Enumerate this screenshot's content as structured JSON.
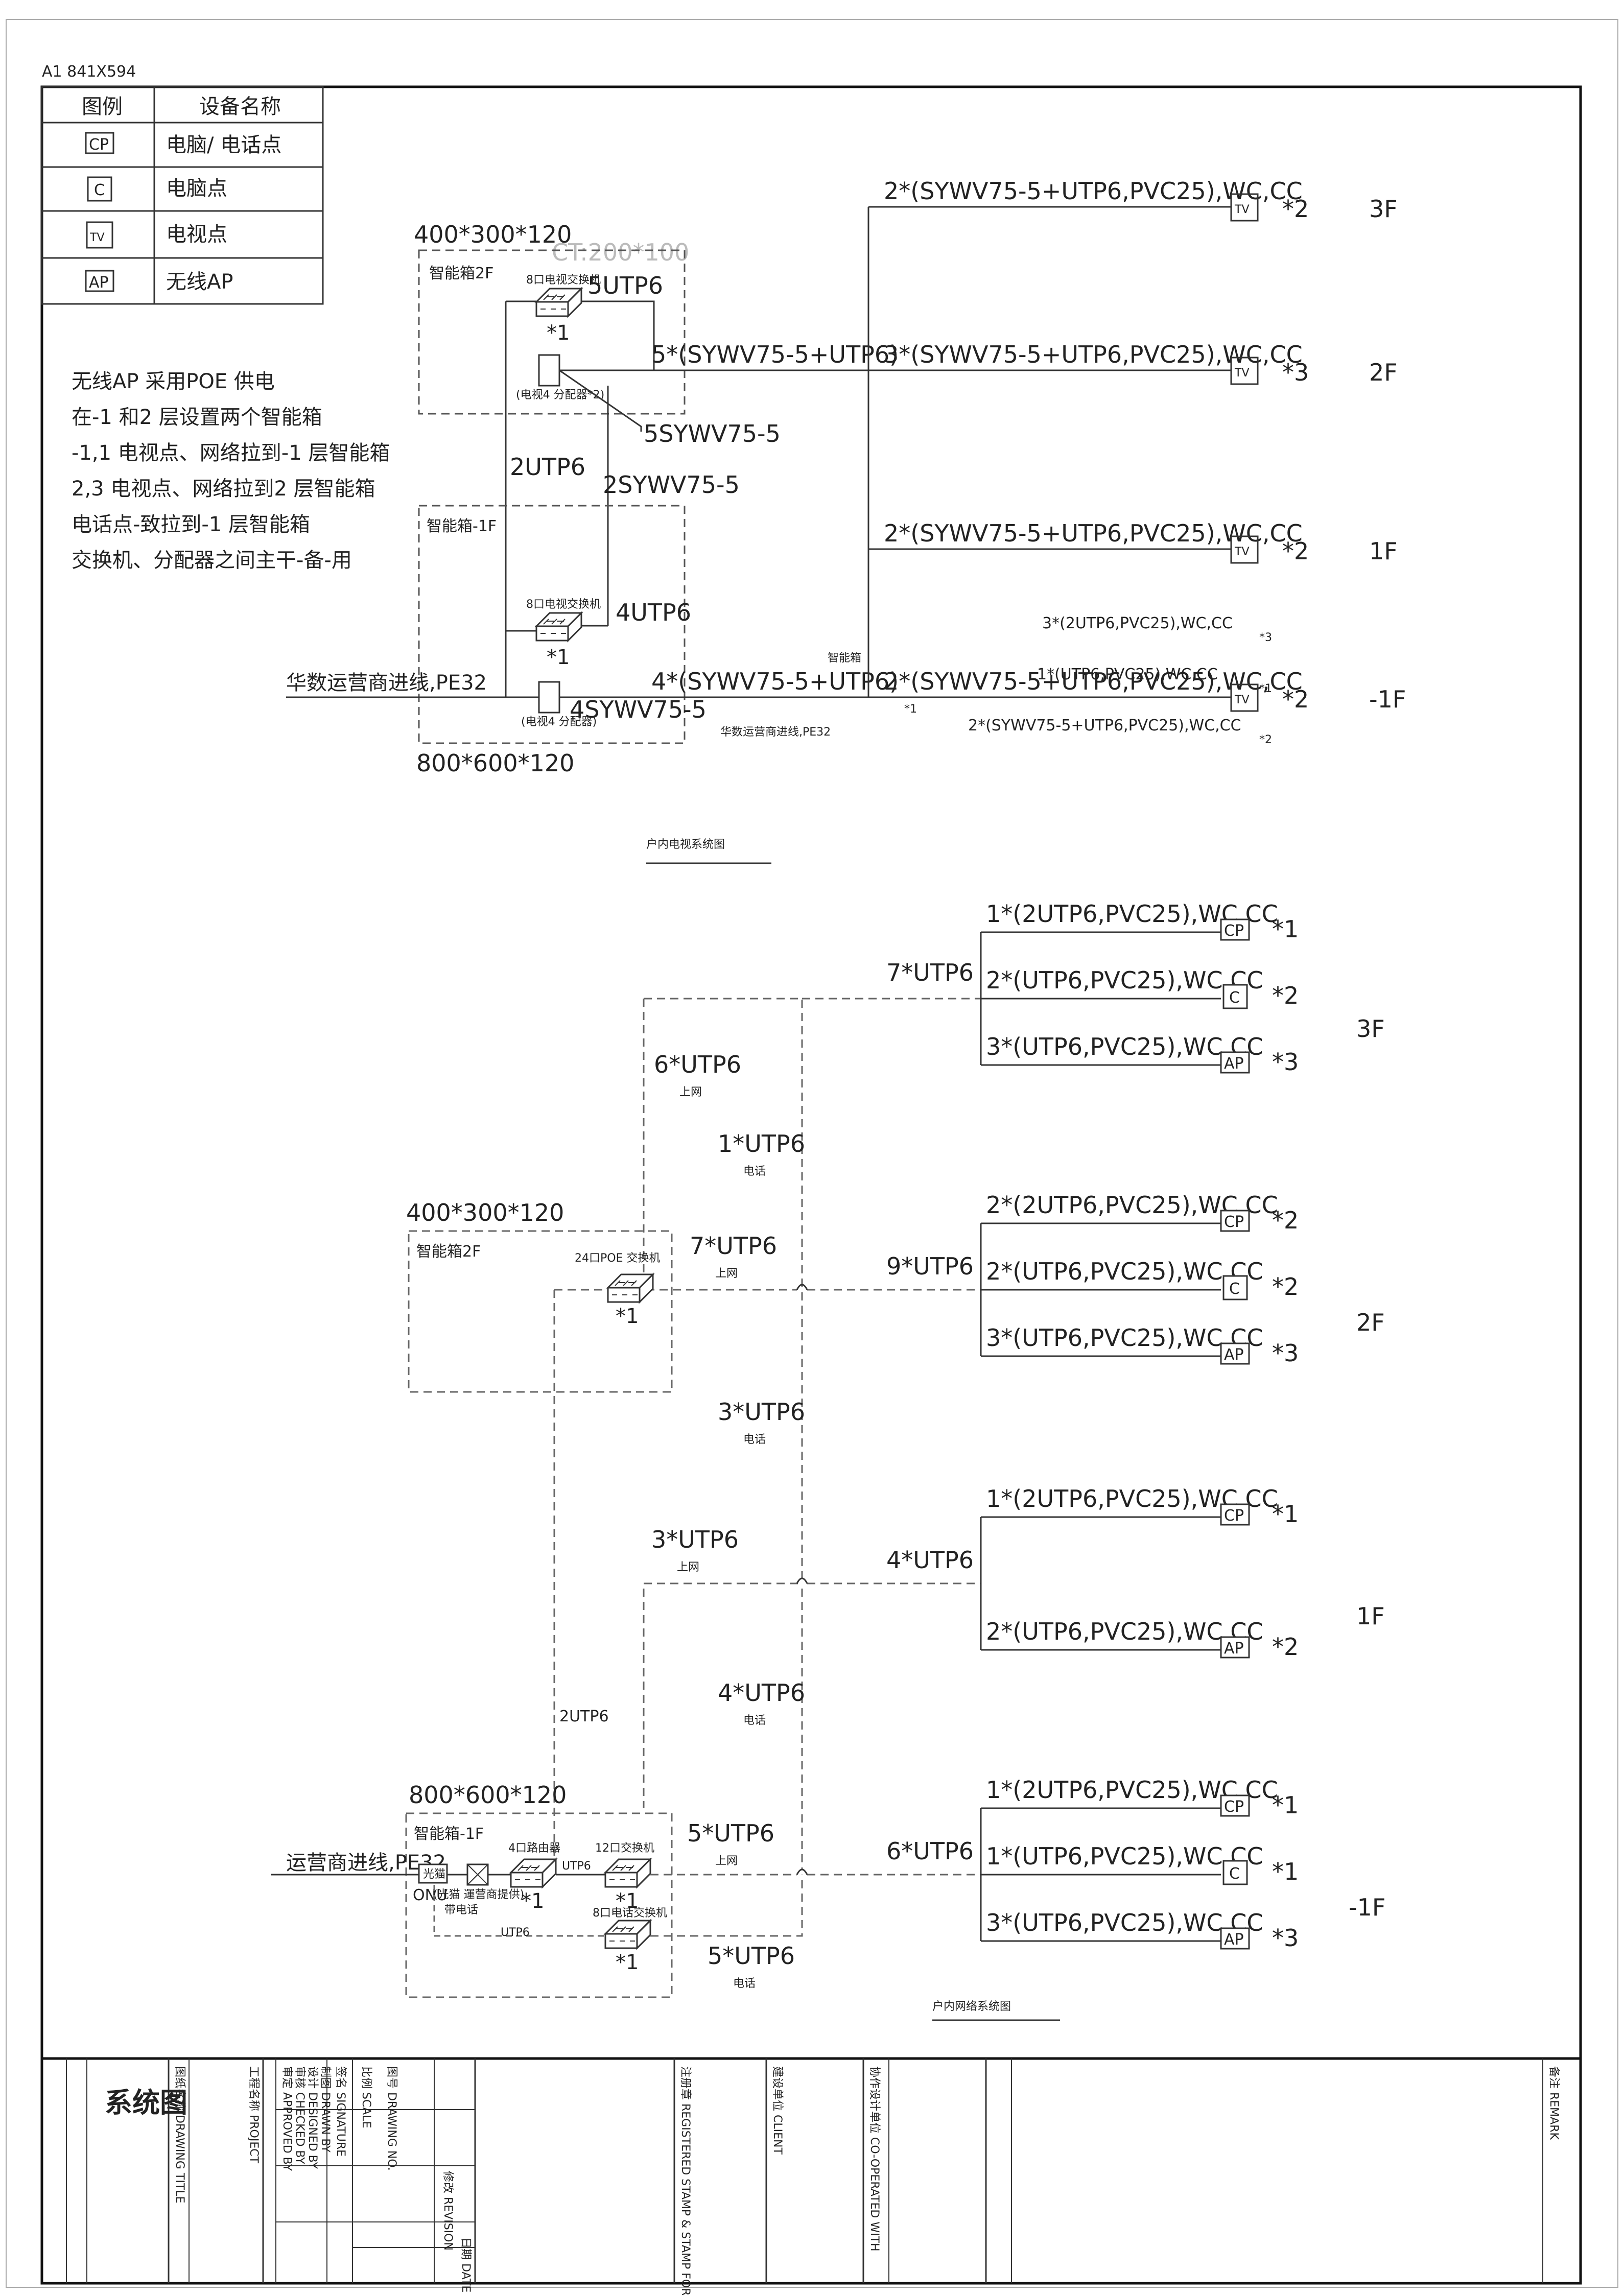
{
  "sheet": {
    "label": "A1  841X594"
  },
  "legend": {
    "header_symbol": "图例",
    "header_name": "设备名称",
    "rows": [
      {
        "symbol": "CP",
        "name": "电脑/ 电话点"
      },
      {
        "symbol": "C",
        "name": "电脑点"
      },
      {
        "symbol": "TV",
        "name": "电视点"
      },
      {
        "symbol": "AP",
        "name": "无线AP"
      }
    ]
  },
  "notes": [
    "无线AP 采用POE 供电",
    "在-1 和2 层设置两个智能箱",
    "-1,1 电视点、网络拉到-1 层智能箱",
    "2,3 电视点、网络拉到2 层智能箱",
    "电话点-致拉到-1 层智能箱",
    "交换机、分配器之间主干-备-用"
  ],
  "tv_diagram": {
    "box2_size": "400*300*120",
    "ct_label": "CT:200*100",
    "box2_name": "智能箱2F",
    "sw2_label": "8口电视交换机",
    "sw2_count": "*1",
    "utp_5": "5UTP6",
    "splitter2_label": "(电视4 分配器*2)",
    "trunk_2f": "5*(SYWV75-5+UTP6)",
    "coax_5": "5SYWV75-5",
    "utp_2": "2UTP6",
    "coax_2": "2SYWV75-5",
    "box1_name": "智能箱-1F",
    "sw1_label": "8口电视交换机",
    "sw1_count": "*1",
    "utp_4": "4UTP6",
    "splitter1_label": "(电视4 分配器)",
    "coax_4": "4SYWV75-5",
    "trunk_1f": "4*(SYWV75-5+UTP6)",
    "inbound": "华数运营商进线,PE32",
    "inbound2": "华数运营商进线,PE32",
    "box1_size": "800*600*120",
    "smartbox_tag": "智能箱",
    "mark_1": "*1",
    "mark_2": "*2",
    "mark_3": "*3",
    "mark_1b": "*1",
    "floors": [
      {
        "cable": "2*(SYWV75-5+UTP6,PVC25),WC,CC",
        "count": "*2",
        "floor": "3F"
      },
      {
        "cable": "3*(SYWV75-5+UTP6,PVC25),WC,CC",
        "count": "*3",
        "floor": "2F"
      },
      {
        "cable": "2*(SYWV75-5+UTP6,PVC25),WC,CC",
        "count": "*2",
        "floor": "1F"
      },
      {
        "cable": "2*(SYWV75-5+UTP6,PVC25),WC,CC",
        "count": "*2",
        "floor": "-1F"
      }
    ],
    "extra_1": "3*(2UTP6,PVC25),WC,CC",
    "extra_2": "1*(UTP6,PVC25),WC,CC",
    "extra_3": "2*(SYWV75-5+UTP6,PVC25),WC,CC",
    "title": "户内电视系统图"
  },
  "net_diagram": {
    "f3": {
      "trunk": "7*UTP6",
      "lines": [
        {
          "cable": "1*(2UTP6,PVC25),WC,CC",
          "symbol": "CP",
          "count": "*1"
        },
        {
          "cable": "2*(UTP6,PVC25),WC,CC",
          "symbol": "C",
          "count": "*2"
        },
        {
          "cable": "3*(UTP6,PVC25),WC,CC",
          "symbol": "AP",
          "count": "*3"
        }
      ],
      "floor": "3F"
    },
    "f2": {
      "trunk": "9*UTP6",
      "lines": [
        {
          "cable": "2*(2UTP6,PVC25),WC,CC",
          "symbol": "CP",
          "count": "*2"
        },
        {
          "cable": "2*(UTP6,PVC25),WC,CC",
          "symbol": "C",
          "count": "*2"
        },
        {
          "cable": "3*(UTP6,PVC25),WC,CC",
          "symbol": "AP",
          "count": "*3"
        }
      ],
      "floor": "2F"
    },
    "f1": {
      "trunk": "4*UTP6",
      "lines": [
        {
          "cable": "1*(2UTP6,PVC25),WC,CC",
          "symbol": "CP",
          "count": "*1"
        },
        {
          "cable": "2*(UTP6,PVC25),WC,CC",
          "symbol": "AP",
          "count": "*2"
        }
      ],
      "floor": "1F"
    },
    "fb1": {
      "trunk": "6*UTP6",
      "lines": [
        {
          "cable": "1*(2UTP6,PVC25),WC,CC",
          "symbol": "CP",
          "count": "*1"
        },
        {
          "cable": "1*(UTP6,PVC25),WC,CC",
          "symbol": "C",
          "count": "*1"
        },
        {
          "cable": "3*(UTP6,PVC25),WC,CC",
          "symbol": "AP",
          "count": "*3"
        }
      ],
      "floor": "-1F"
    },
    "v_6utp6": "6*UTP6",
    "v_1utp6": "1*UTP6",
    "v_7utp6": "7*UTP6",
    "v_3utp6": "3*UTP6",
    "v_3utp6b": "3*UTP6",
    "v_4utp6": "4*UTP6",
    "v_5utp6": "5*UTP6",
    "v_5utp6b": "5*UTP6",
    "v_2utp6": "2UTP6",
    "tag_up": "上网",
    "tag_phone": "电话",
    "box2_size": "400*300*120",
    "box2_name": "智能箱2F",
    "poe_sw_label": "24口POE 交换机",
    "poe_count": "*1",
    "box1_size": "800*600*120",
    "box1_name": "智能箱-1F",
    "inbound": "运营商进线,PE32",
    "onu": "ONU",
    "onu_sub": "(光猫 運营商提供)",
    "onu_phone": "带电话",
    "light_cat": "光猫",
    "sw4_label": "4口路由器",
    "sw12_label": "12口交换机",
    "sw8_label": "8口电话交换机",
    "count_1": "*1",
    "count_1b": "*1",
    "count_1c": "*1",
    "utp6_a": "UTP6",
    "utp6_b": "UTP6",
    "title": "户内网络系统图"
  },
  "title_block": {
    "drawing_title": "系统图",
    "drawing_name": "图纸名称 DRAWING TITLE",
    "project": "工程名称 PROJECT",
    "stamp": "注册章 REGISTERED STAMP & STAMP FOR ISSUE",
    "client": "建设单位 CLIENT",
    "cooperate": "协作设计单位 CO-OPERATED WITH",
    "remark": "备注 REMARK",
    "revision": "修改 REVISION",
    "date": "日期 DATE",
    "sign": "签名 SIGNATURE",
    "approved": "审定 APPROVED BY",
    "checked": "审核 CHECKED BY",
    "designed": "设计 DESIGNED BY",
    "drawn": "制图 DRAWN BY",
    "scale": "比例 SCALE",
    "drawing_no": "图号 DRAWING NO."
  }
}
